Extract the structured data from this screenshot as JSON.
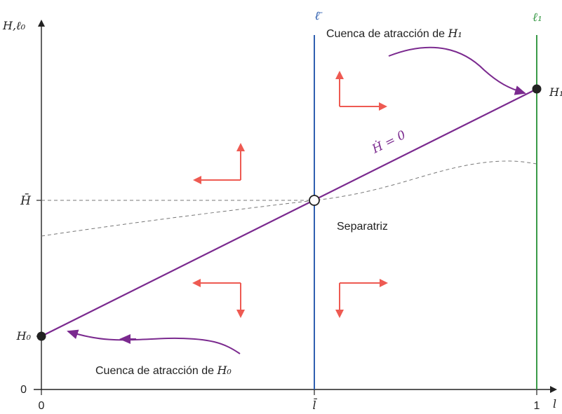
{
  "axes": {
    "y_label": "H,ℓ₀",
    "x_label": "l",
    "x_tick_zero": "0",
    "x_tick_lbar": "l̄",
    "x_tick_one": "1",
    "y_tick_zero": "0",
    "y_tick_hbar": "H̄",
    "y_tick_h0": "H₀"
  },
  "lines": {
    "lbar_line_label": "ℓ̄",
    "l1_line_label": "ℓ₁",
    "hdot_label": "Ḣ = 0"
  },
  "points": {
    "h1_label": "H₁"
  },
  "annotations": {
    "basin_h1_text": "Cuenca de atracción de ",
    "basin_h1_sub": "H₁",
    "basin_h0_text": "Cuenca de atracción de ",
    "basin_h0_sub": "H₀",
    "separatrix": "Separatriz"
  },
  "colors": {
    "purple": "#7b2a8f",
    "blue": "#2f5fb0",
    "green": "#3a9a48",
    "red": "#ee5a52",
    "axis": "#222222",
    "dashed": "#777777"
  }
}
